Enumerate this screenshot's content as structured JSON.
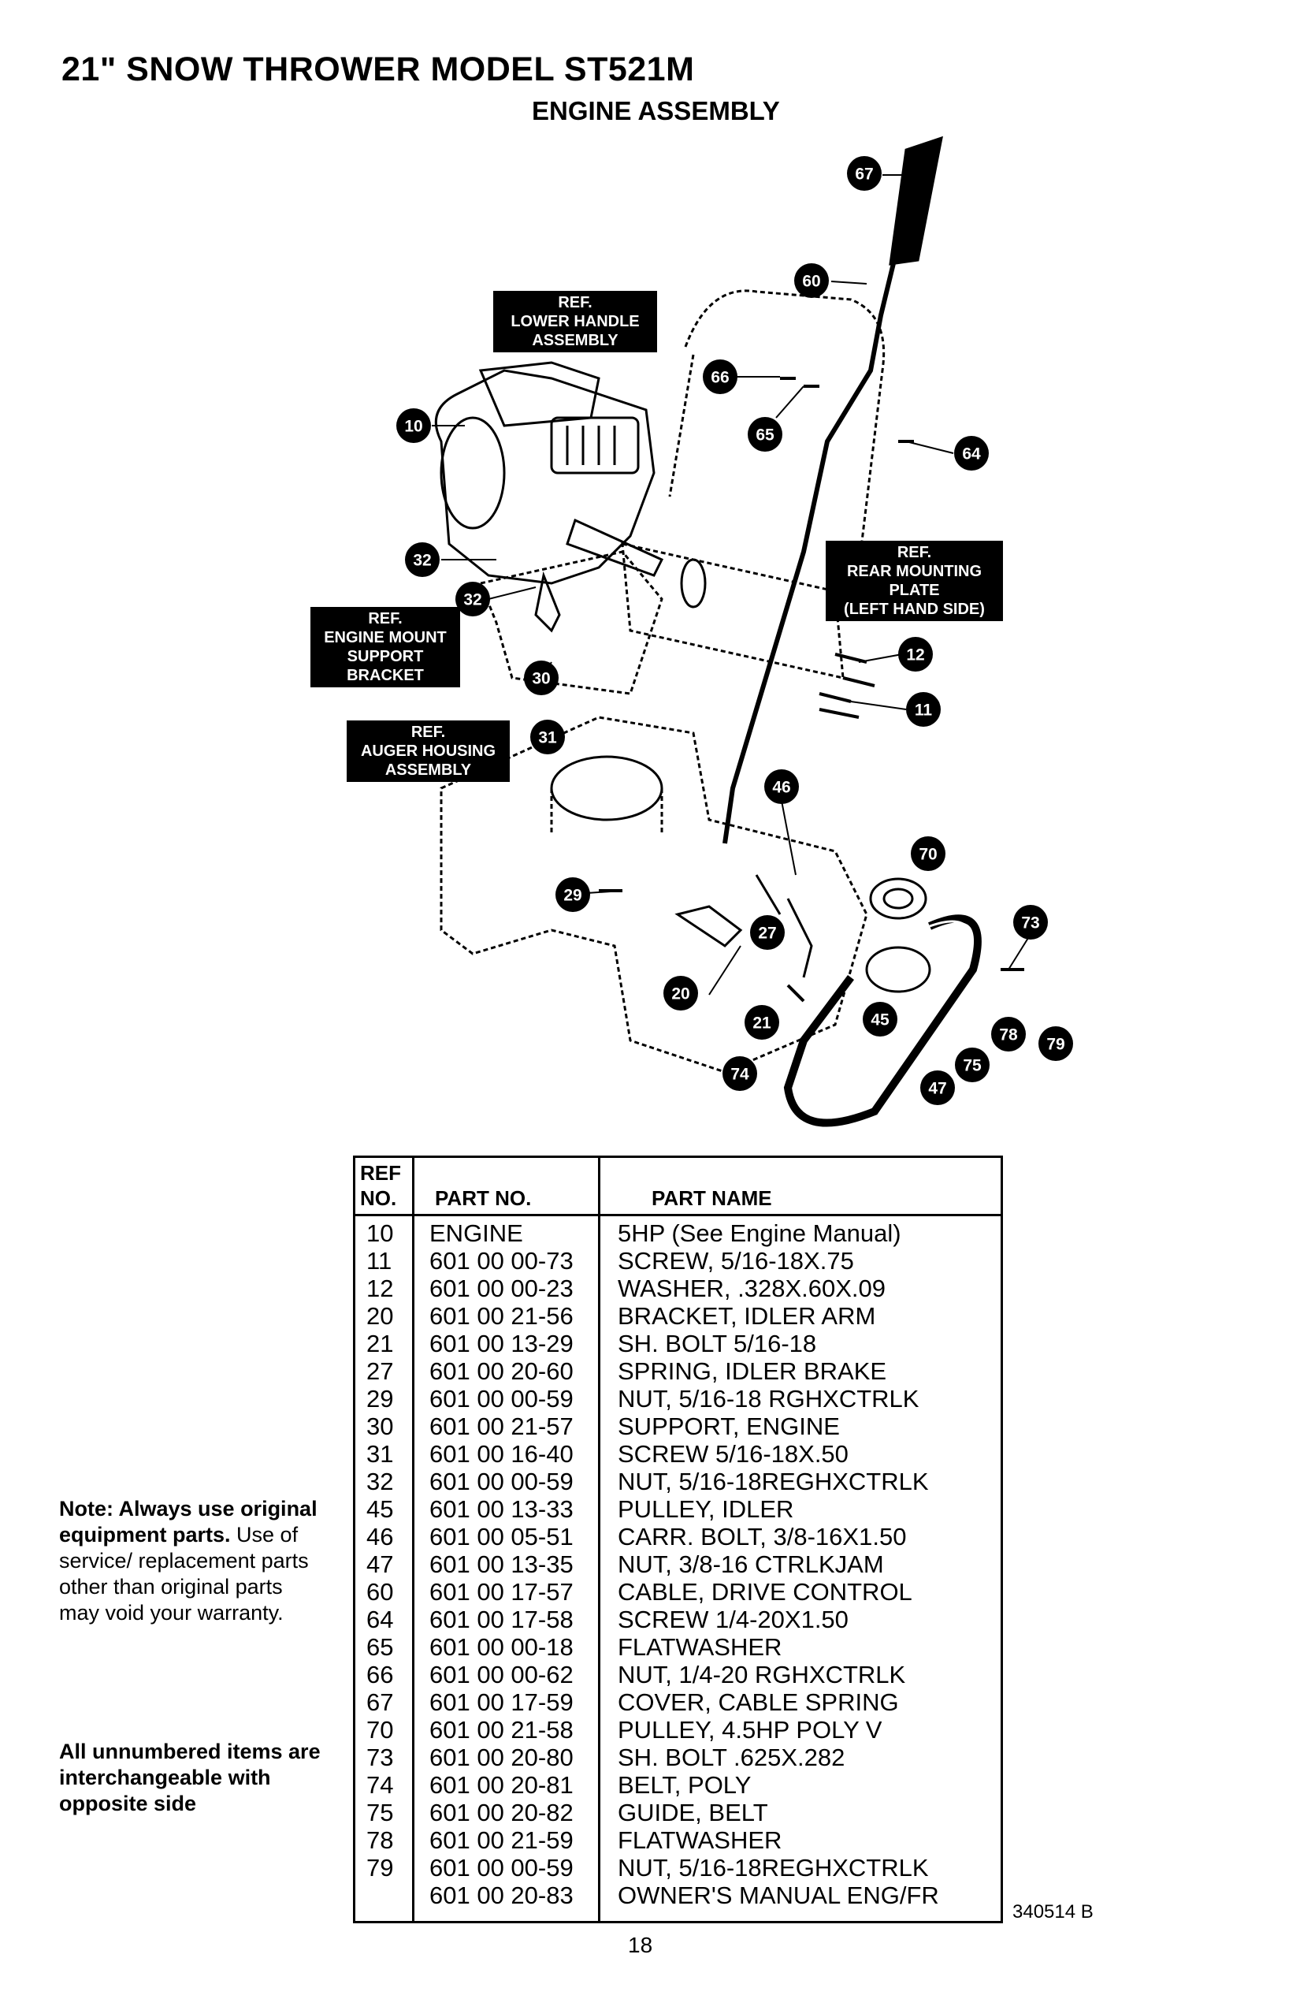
{
  "header": {
    "title": "21\" SNOW THROWER MODEL ST521M",
    "subtitle": "ENGINE ASSEMBLY"
  },
  "diagram": {
    "ref_boxes": [
      [
        "REF.",
        "LOWER HANDLE",
        "ASSEMBLY"
      ],
      [
        "REF.",
        "REAR MOUNTING",
        "PLATE",
        "(LEFT HAND SIDE)"
      ],
      [
        "REF.",
        "ENGINE MOUNT",
        "SUPPORT",
        "BRACKET"
      ],
      [
        "REF.",
        "AUGER HOUSING",
        "ASSEMBLY"
      ]
    ],
    "callouts": [
      "67",
      "60",
      "66",
      "65",
      "64",
      "10",
      "32",
      "32",
      "30",
      "12",
      "11",
      "31",
      "46",
      "70",
      "73",
      "29",
      "27",
      "20",
      "21",
      "45",
      "78",
      "79",
      "75",
      "74",
      "47"
    ]
  },
  "table": {
    "headers": {
      "ref_no_1": "REF",
      "ref_no_2": "NO.",
      "part_no": "PART NO.",
      "part_name": "PART NAME"
    },
    "rows": [
      [
        "10",
        "ENGINE",
        "5HP (See Engine Manual)"
      ],
      [
        "11",
        "601 00 00-73",
        "SCREW, 5/16-18X.75"
      ],
      [
        "12",
        "601 00 00-23",
        "WASHER, .328X.60X.09"
      ],
      [
        "20",
        "601 00 21-56",
        "BRACKET, IDLER ARM"
      ],
      [
        "21",
        "601 00 13-29",
        "SH. BOLT 5/16-18"
      ],
      [
        "27",
        "601 00 20-60",
        "SPRING, IDLER BRAKE"
      ],
      [
        "29",
        "601 00 00-59",
        "NUT, 5/16-18 RGHXCTRLK"
      ],
      [
        "30",
        "601 00 21-57",
        "SUPPORT, ENGINE"
      ],
      [
        "31",
        "601 00 16-40",
        "SCREW 5/16-18X.50"
      ],
      [
        "32",
        "601 00 00-59",
        "NUT, 5/16-18REGHXCTRLK"
      ],
      [
        "45",
        "601 00 13-33",
        "PULLEY, IDLER"
      ],
      [
        "46",
        "601 00 05-51",
        "CARR. BOLT, 3/8-16X1.50"
      ],
      [
        "47",
        "601 00 13-35",
        "NUT, 3/8-16 CTRLKJAM"
      ],
      [
        "60",
        "601 00 17-57",
        "CABLE, DRIVE CONTROL"
      ],
      [
        "64",
        "601 00 17-58",
        "SCREW 1/4-20X1.50"
      ],
      [
        "65",
        "601 00 00-18",
        "FLATWASHER"
      ],
      [
        "66",
        "601 00 00-62",
        "NUT, 1/4-20 RGHXCTRLK"
      ],
      [
        "67",
        "601 00 17-59",
        "COVER, CABLE SPRING"
      ],
      [
        "70",
        "601 00 21-58",
        "PULLEY, 4.5HP POLY V"
      ],
      [
        "73",
        "601 00 20-80",
        "SH.  BOLT .625X.282"
      ],
      [
        "74",
        "601 00 20-81",
        "BELT, POLY"
      ],
      [
        "75",
        "601 00 20-82",
        "GUIDE, BELT"
      ],
      [
        "78",
        "601 00 21-59",
        "FLATWASHER"
      ],
      [
        "79",
        "601 00 00-59",
        "NUT, 5/16-18REGHXCTRLK"
      ],
      [
        "",
        "601 00 20-83",
        "OWNER'S MANUAL ENG/FR"
      ]
    ]
  },
  "note": {
    "bold": "Note: Always use original equipment parts.",
    "text": " Use of service/ replacement parts other than original parts may void your warranty."
  },
  "interchange_note": "All unnumbered items are interchangeable with opposite side",
  "doc_number": "340514 B",
  "page_number": "18"
}
